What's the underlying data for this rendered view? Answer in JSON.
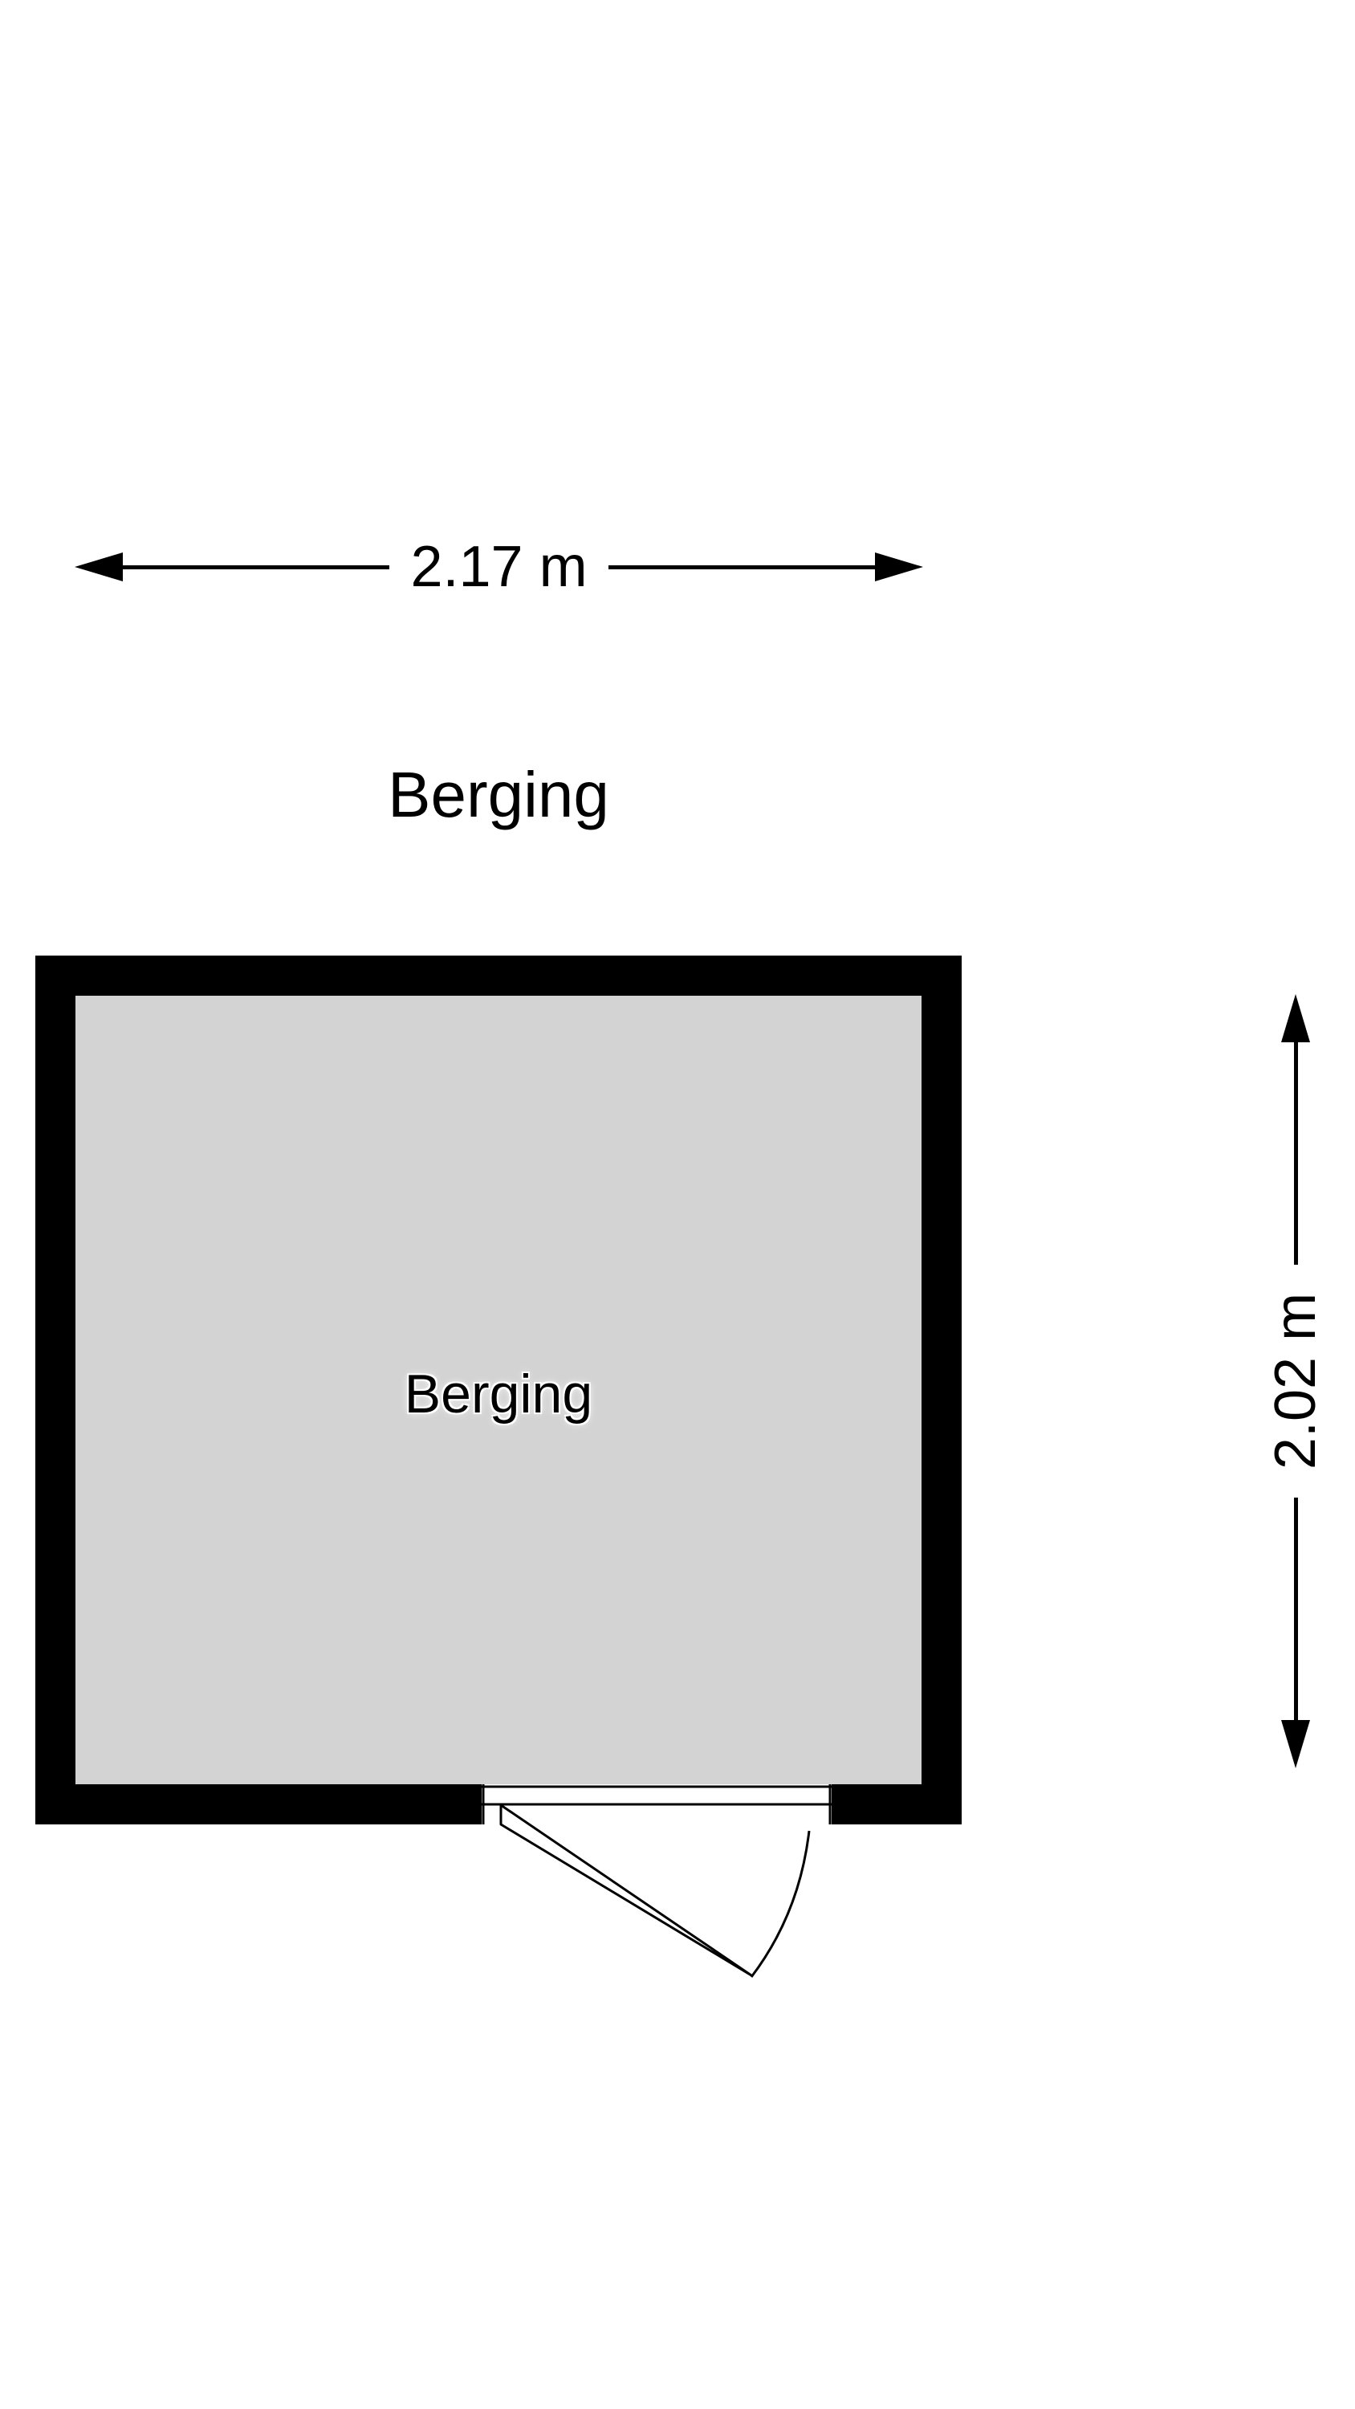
{
  "floorplan": {
    "title": "Berging",
    "room": {
      "label": "Berging"
    },
    "dimensions": {
      "width": "2.17 m",
      "height": "2.02 m"
    },
    "colors": {
      "wall": "#000000",
      "room_fill": "#d3d3d3",
      "background": "#ffffff"
    }
  }
}
